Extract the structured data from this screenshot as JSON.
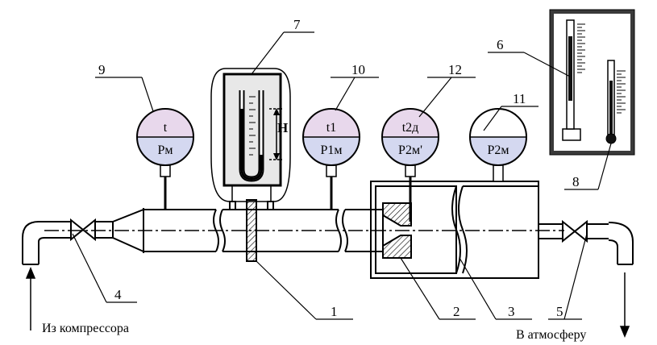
{
  "labels": {
    "n1": "1",
    "n2": "2",
    "n3": "3",
    "n4": "4",
    "n5": "5",
    "n6": "6",
    "n7": "7",
    "n8": "8",
    "n9": "9",
    "n10": "10",
    "n11": "11",
    "n12": "12"
  },
  "gauges": {
    "g9": {
      "top": "t",
      "bottom": "Pм"
    },
    "g10": {
      "top": "t1",
      "bottom": "P1м"
    },
    "g12": {
      "top": "t2д",
      "bottom": "P2м'"
    },
    "g11": {
      "top": "",
      "bottom": "P2м"
    }
  },
  "manometer_label": "H",
  "inlet_caption": "Из компрессора",
  "outlet_caption": "В атмосферу",
  "colors": {
    "gauge_top": "#e8d8ec",
    "gauge_bottom": "#d4d8f0",
    "panel_bg": "#3a3a3a",
    "panel_inner": "#ffffff"
  }
}
